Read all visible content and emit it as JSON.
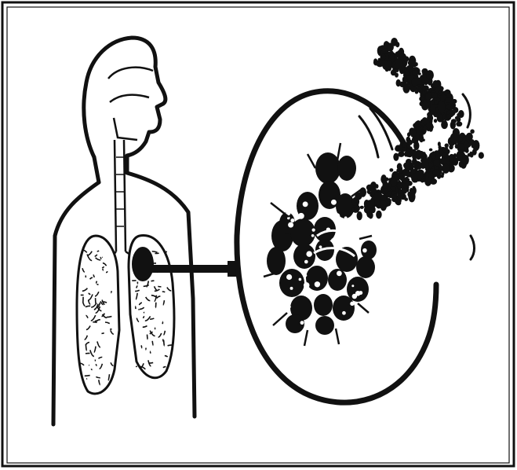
{
  "figure": {
    "ink_color": "#111111",
    "background_color": "#ffffff",
    "parts": [
      "border-frame",
      "human-head-torso-outline",
      "trachea",
      "left-lung",
      "right-lung",
      "connector-line",
      "magnifier-circle",
      "dust-particle-cluster",
      "particle-stream"
    ]
  }
}
